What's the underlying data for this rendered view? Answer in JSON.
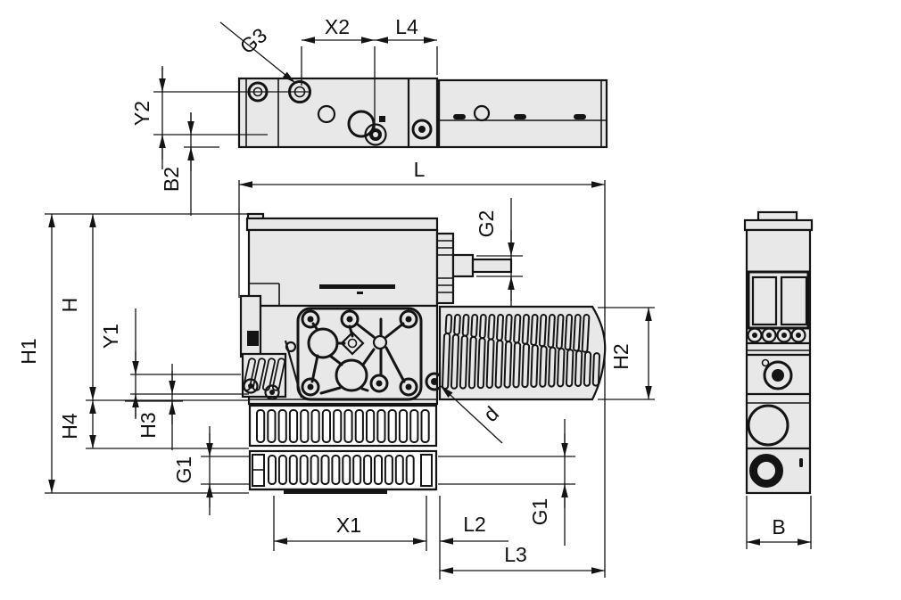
{
  "drawing": {
    "colors": {
      "background": "#ffffff",
      "body_fill": "#e8e8e8",
      "line": "#141414"
    },
    "labels": {
      "top_view": {
        "g3": "G3",
        "x2": "X2",
        "l4": "L4",
        "y2": "Y2",
        "b2": "B2"
      },
      "front_view": {
        "l": "L",
        "g2": "G2",
        "h2": "H2",
        "d": "d",
        "h1": "H1",
        "h": "H",
        "y1": "Y1",
        "h4": "H4",
        "h3": "H3",
        "g1_left": "G1",
        "x1": "X1",
        "l2": "L2",
        "g1_bottom": "G1",
        "l3": "L3"
      },
      "side_view": {
        "b": "B"
      }
    }
  }
}
